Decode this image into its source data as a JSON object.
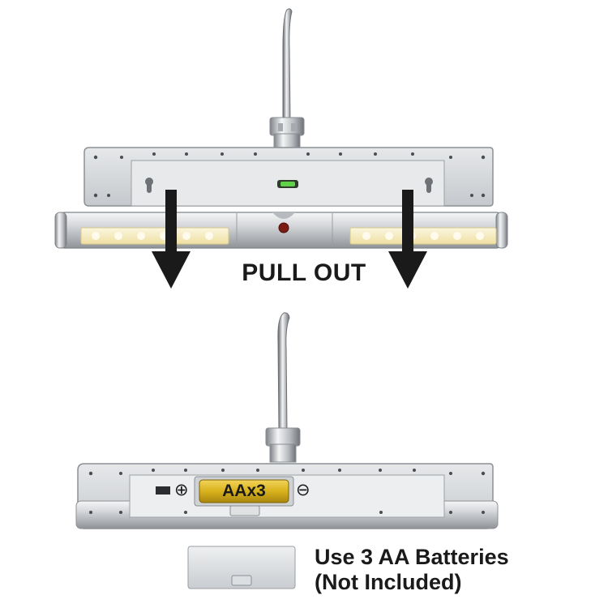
{
  "instructions": {
    "pull_out_label": "PULL OUT",
    "battery_compartment_label": "AAx3",
    "battery_plus_symbol": "⊕",
    "battery_minus_symbol": "⊖",
    "battery_note_line1": "Use 3 AA Batteries",
    "battery_note_line2": "(Not Included)"
  },
  "colors": {
    "metal": "#c9ccd0",
    "led_glow": "#f6ecc0",
    "battery_gold": "#d8b21c",
    "arrow": "#1a1a1a",
    "level_bubble": "#5fd24a"
  },
  "icons": [
    "down-arrow-icon",
    "plus-terminal-icon",
    "minus-terminal-icon",
    "keyhole-icon",
    "bubble-level-icon",
    "sensor-icon"
  ]
}
